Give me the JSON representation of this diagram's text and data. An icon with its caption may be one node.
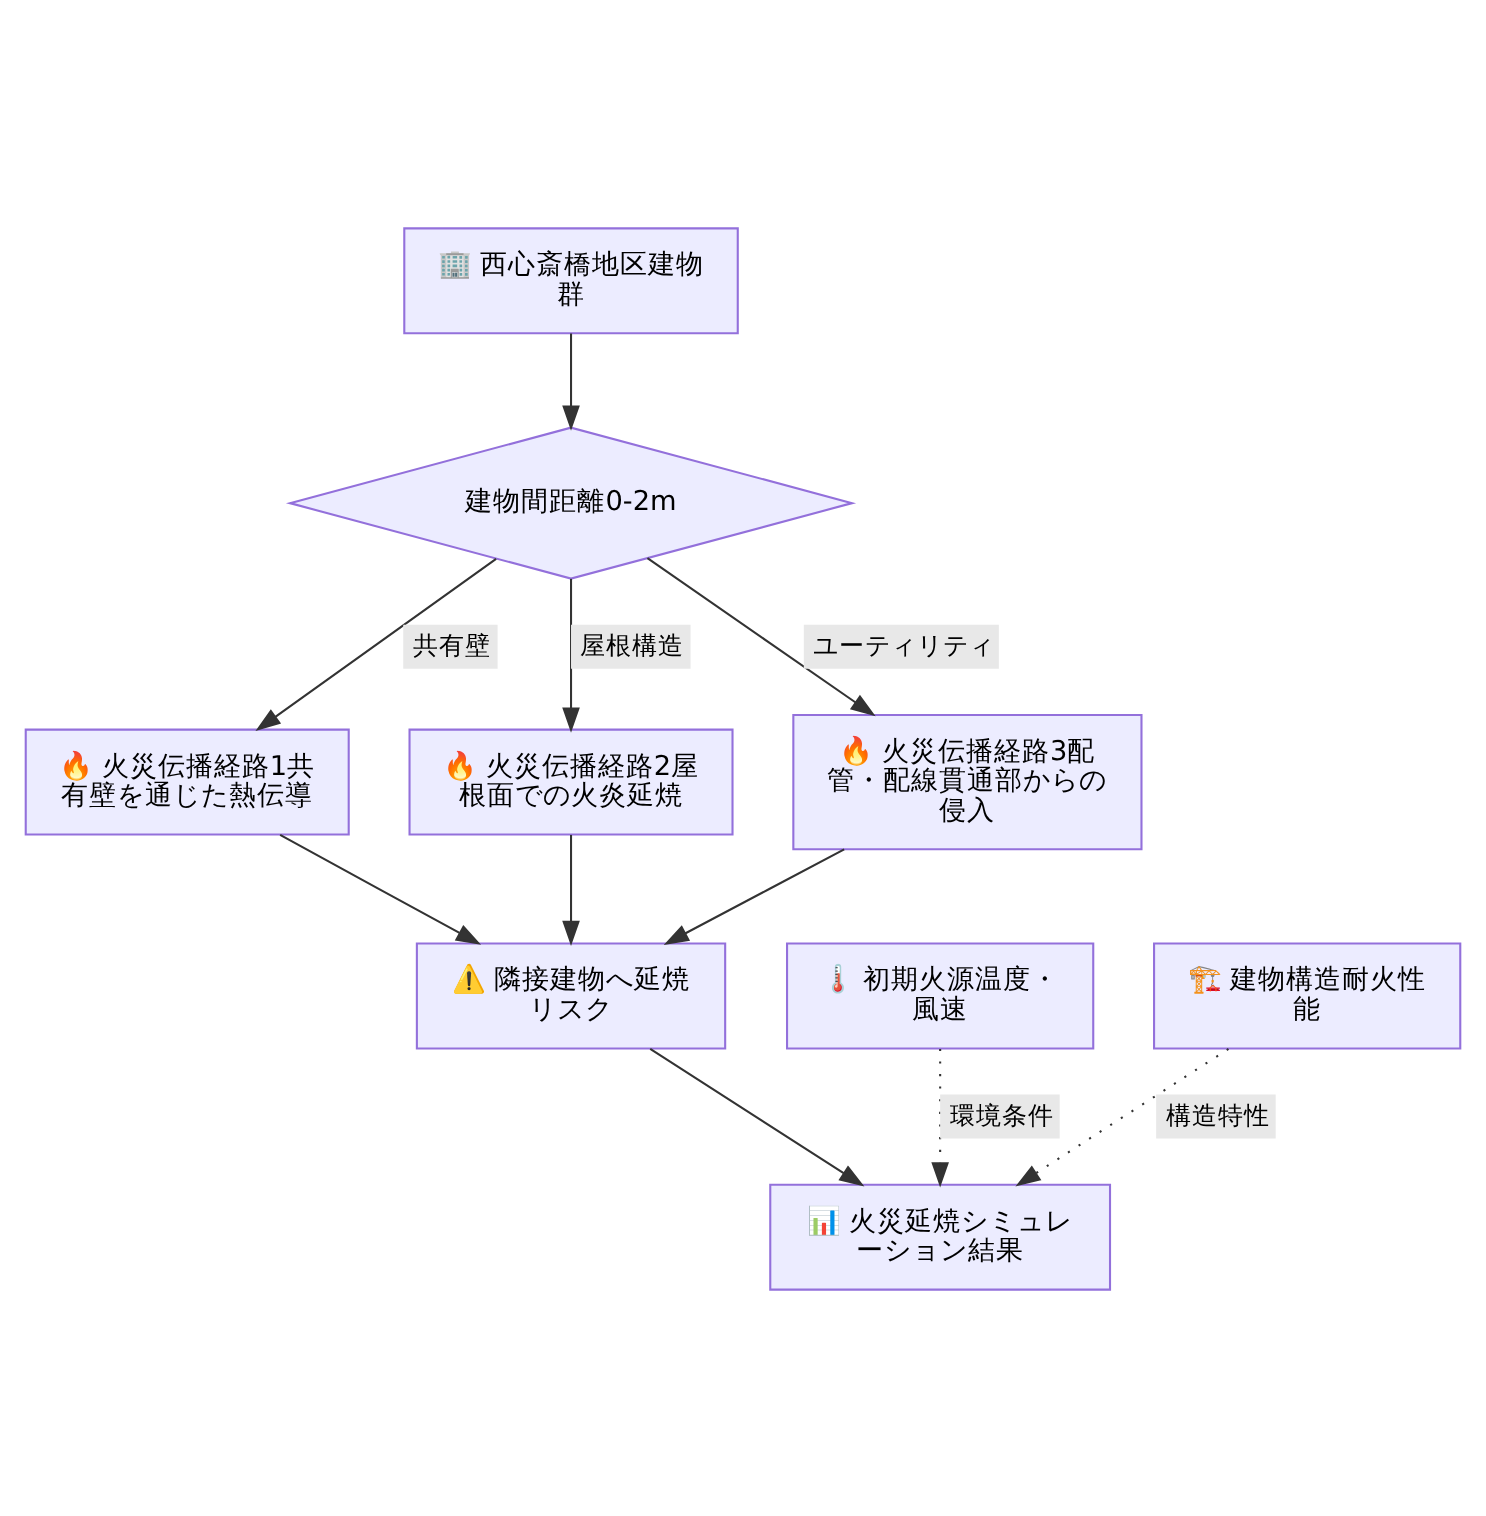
{
  "diagram": {
    "nodes": [
      {
        "text": [
          "🏢 西心斎橋地区建物群"
        ]
      },
      {
        "text": [
          "建物間距離0-2m"
        ]
      },
      {
        "text": [
          "🔥 火災伝播経路1共有壁を通じた熱伝導"
        ]
      },
      {
        "text": [
          "🔥 火災伝播経路2屋根面での火炎延焼"
        ]
      },
      {
        "text": [
          "🔥 火災伝播経路3配管・配線貫通部からの侵入"
        ]
      },
      {
        "text": [
          "⚠️ 隣接建物へ延焼リスク"
        ]
      },
      {
        "text": [
          "🌡️ 初期火源温度・風速"
        ]
      },
      {
        "text": [
          "🏗️ 建物構造耐火性能"
        ]
      },
      {
        "text": [
          "📊 火災延焼シミュレーション結果"
        ]
      }
    ],
    "edges": [
      {
        "from": 0,
        "to": 1,
        "arrow": "to"
      },
      {
        "from": 1,
        "to": 2,
        "arrow": "to",
        "label": "共有壁"
      },
      {
        "from": 1,
        "to": 3,
        "arrow": "to",
        "label": "屋根構造"
      },
      {
        "from": 1,
        "to": 4,
        "arrow": "to",
        "label": "ユーティリティ"
      },
      {
        "from": 2,
        "to": 5,
        "arrow": "to"
      },
      {
        "from": 3,
        "to": 5,
        "arrow": "to"
      },
      {
        "from": 4,
        "to": 5,
        "arrow": "to"
      },
      {
        "from": 5,
        "to": 8,
        "arrow": "to"
      },
      {
        "from": 6,
        "to": 8,
        "arrow": "to",
        "style": "dashed",
        "label": "環境条件"
      },
      {
        "from": 7,
        "to": 8,
        "arrow": "to",
        "style": "dashed",
        "label": "構造特性"
      }
    ]
  }
}
